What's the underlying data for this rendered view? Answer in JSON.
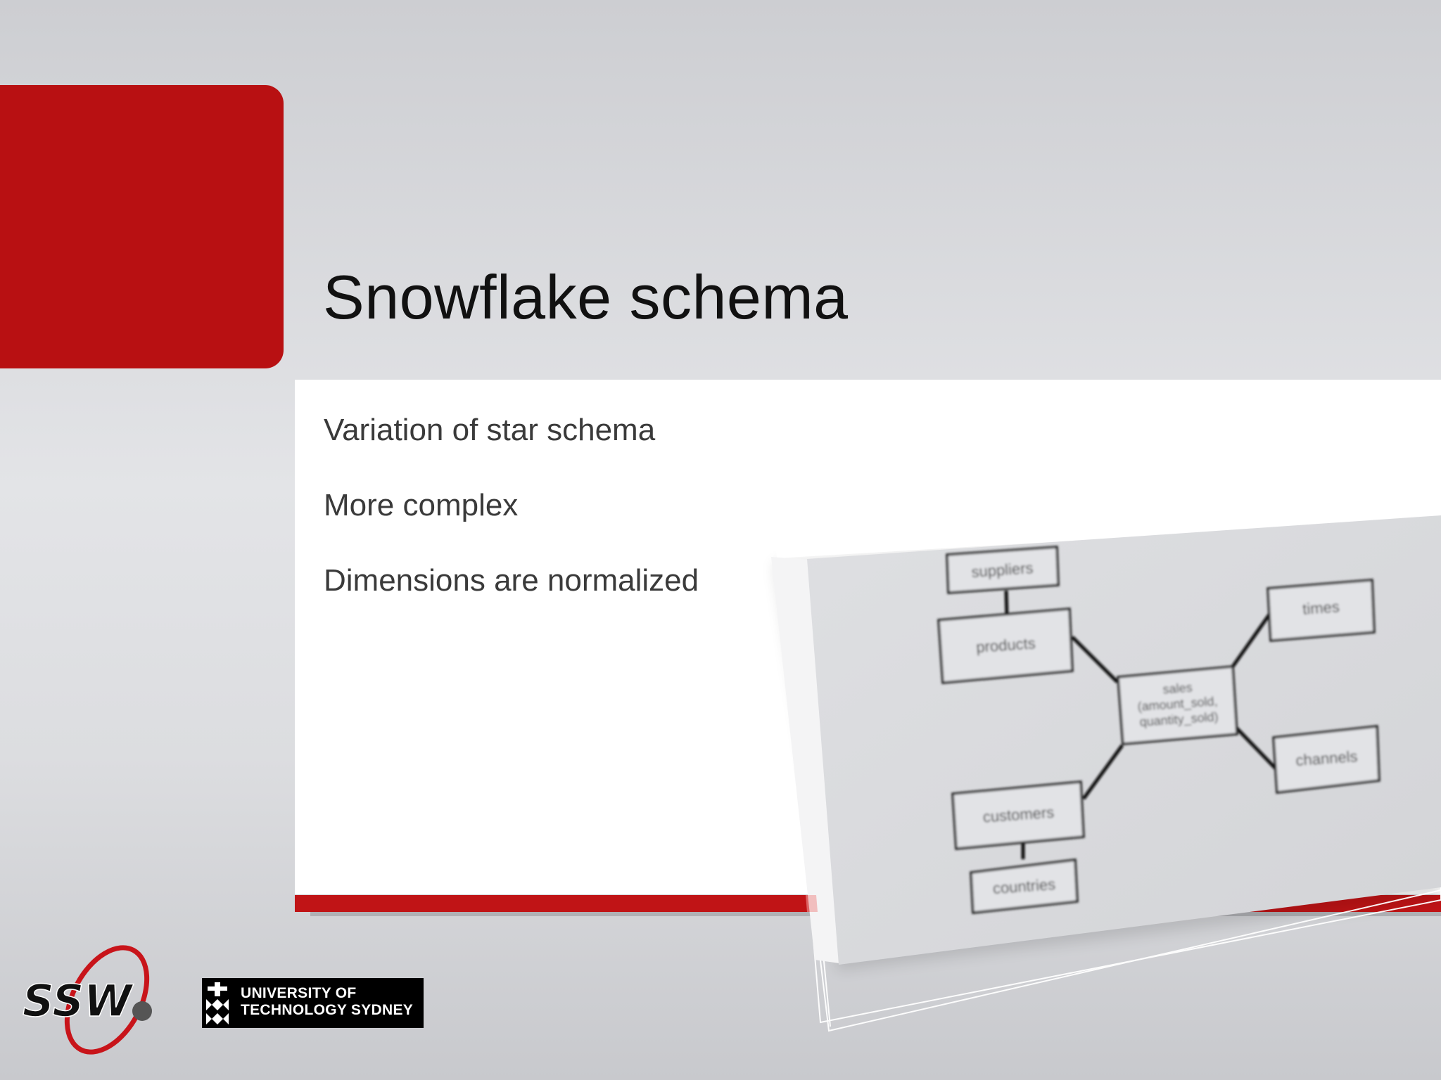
{
  "slide": {
    "title": "Snowflake schema",
    "bullets": [
      "Variation of star schema",
      "More complex",
      "Dimensions are normalized"
    ]
  },
  "diagram": {
    "nodes": {
      "suppliers": "suppliers",
      "products": "products",
      "sales_line1": "sales",
      "sales_line2": "(amount_sold,",
      "sales_line3": "quantity_sold)",
      "times": "times",
      "channels": "channels",
      "customers": "customers",
      "countries": "countries"
    }
  },
  "logos": {
    "ssw": "SSW",
    "uts_line1": "UNIVERSITY OF",
    "uts_line2": "TECHNOLOGY SYDNEY"
  },
  "colors": {
    "accent_red": "#b81012",
    "panel": "#ffffff",
    "background": "#dcdde0"
  }
}
